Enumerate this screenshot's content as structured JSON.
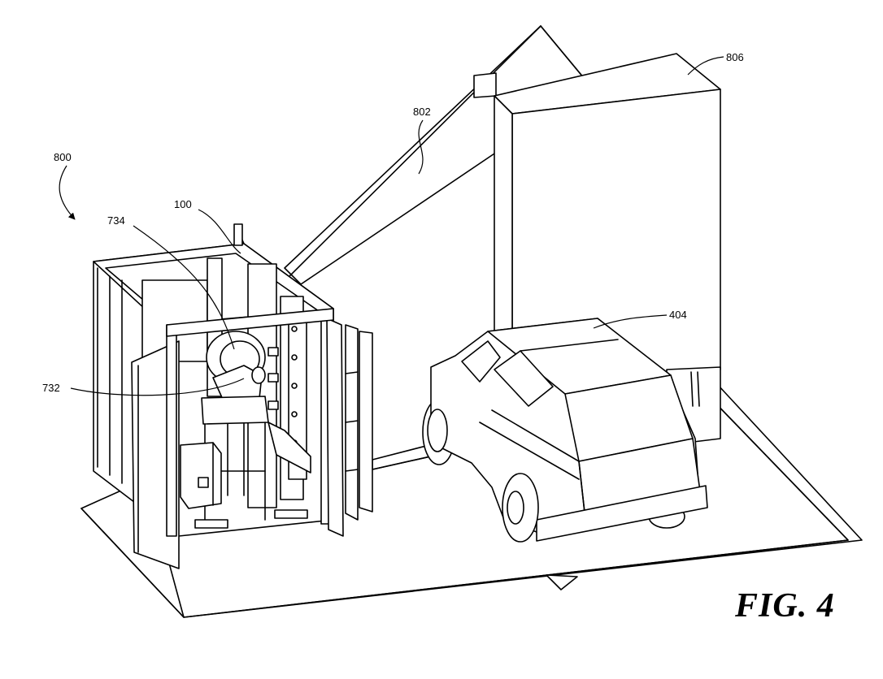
{
  "figure": {
    "caption": "FIG. 4",
    "labels": {
      "system": "800",
      "container": "100",
      "source": "734",
      "collimator": "732",
      "beam": "802",
      "detector": "806",
      "vehicle": "404"
    }
  }
}
